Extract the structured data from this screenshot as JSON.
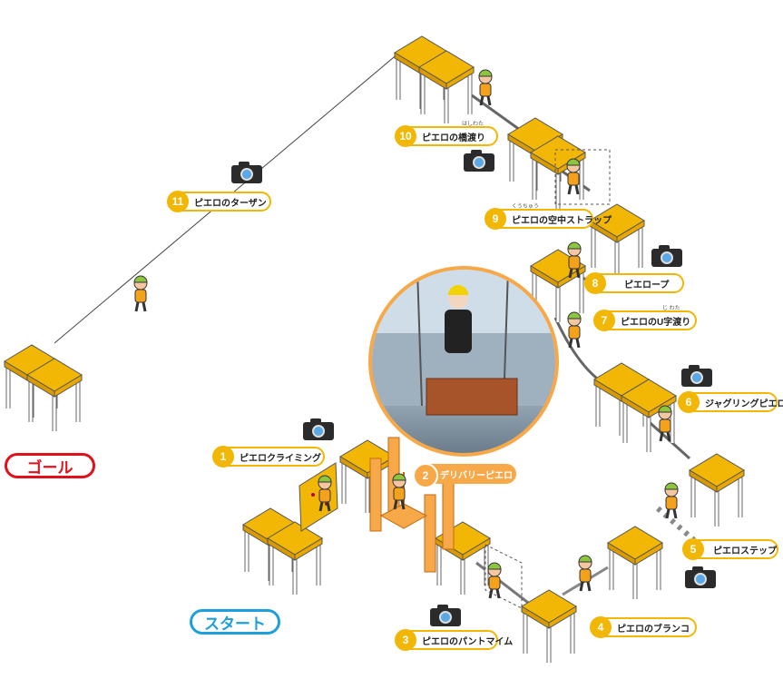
{
  "goal_label": "ゴール",
  "start_label": "スタート",
  "stations": [
    {
      "num": "1",
      "name": "ピエロクライミング"
    },
    {
      "num": "2",
      "name": "デリバリーピエロ"
    },
    {
      "num": "3",
      "name": "ピエロのパントマイム"
    },
    {
      "num": "4",
      "name": "ピエロのブランコ"
    },
    {
      "num": "5",
      "name": "ピエロステップ"
    },
    {
      "num": "6",
      "name": "ジャグリングピエロ"
    },
    {
      "num": "7",
      "name": "ピエロのU字渡り",
      "ruby": "じ わた"
    },
    {
      "num": "8",
      "name": "ピエロープ"
    },
    {
      "num": "9",
      "name": "ピエロの空中ストラップ",
      "ruby": "くうちゅう"
    },
    {
      "num": "10",
      "name": "ピエロの橋渡り",
      "ruby": "はしわた"
    },
    {
      "num": "11",
      "name": "ピエロのターザン"
    }
  ],
  "colors": {
    "deck": "#f2b705",
    "deck_dark": "#d89a00",
    "post": "#ffffff",
    "station2": "#f7a94a",
    "goal": "#e0101c",
    "start": "#1d9fdc"
  },
  "icons": {
    "camera": "camera-icon"
  }
}
